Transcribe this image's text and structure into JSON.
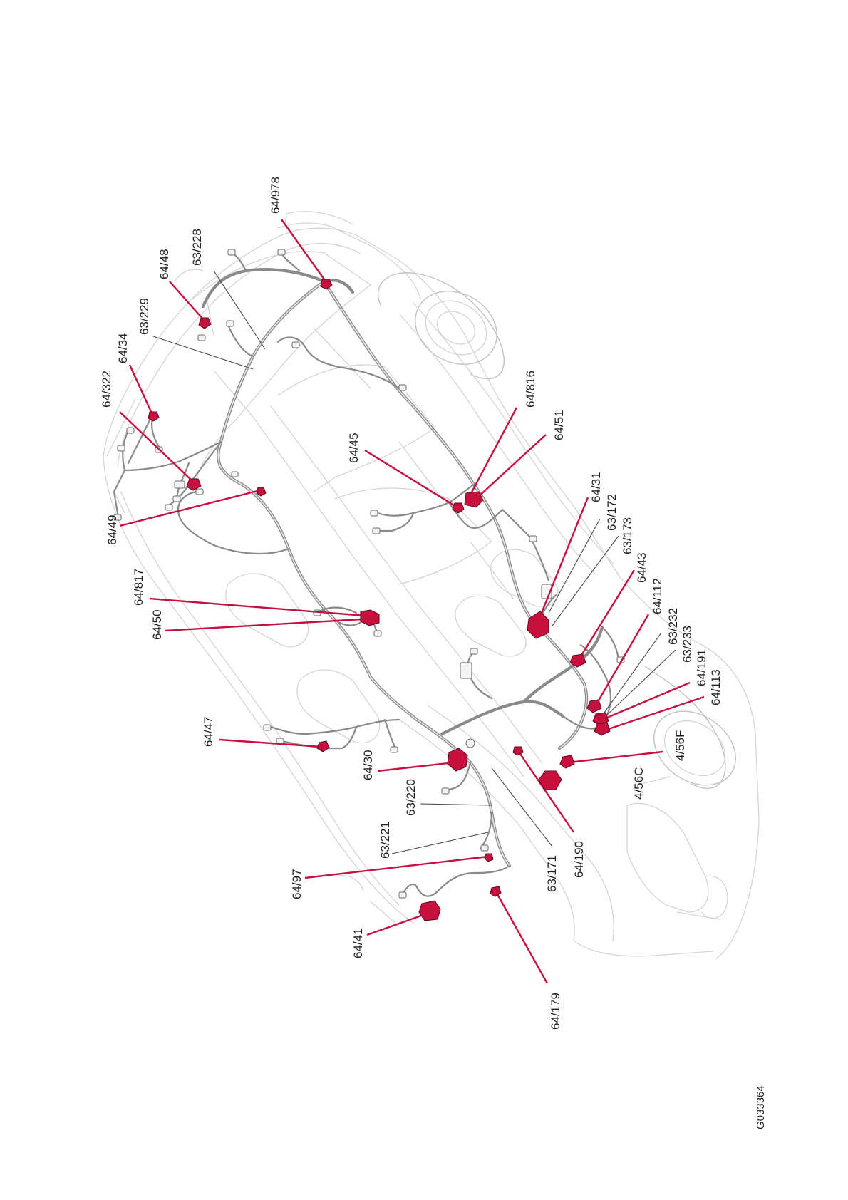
{
  "colors": {
    "connector": "#c8103e",
    "harness": "#8a8a8a",
    "car_outline": "#d4d4d4",
    "text": "#222222"
  },
  "labels": {
    "c_64_978": "64/978",
    "c_63_228": "63/228",
    "c_64_48": "64/48",
    "c_63_229": "63/229",
    "c_64_34": "64/34",
    "c_64_322": "64/322",
    "c_64_49": "64/49",
    "c_64_45": "64/45",
    "c_64_816": "64/816",
    "c_64_51": "64/51",
    "c_64_31": "64/31",
    "c_63_172": "63/172",
    "c_63_173": "63/173",
    "c_64_43": "64/43",
    "c_64_112": "64/112",
    "c_63_232": "63/232",
    "c_63_233": "63/233",
    "c_64_191": "64/191",
    "c_64_113": "64/113",
    "c_4_56f": "4/56F",
    "c_4_56c": "4/56C",
    "c_64_817": "64/817",
    "c_64_50": "64/50",
    "c_64_47": "64/47",
    "c_64_30": "64/30",
    "c_63_220": "63/220",
    "c_63_221": "63/221",
    "c_63_171": "63/171",
    "c_64_190": "64/190",
    "c_64_97": "64/97",
    "c_64_41": "64/41",
    "c_64_179": "64/179"
  },
  "image_code": "G033364"
}
